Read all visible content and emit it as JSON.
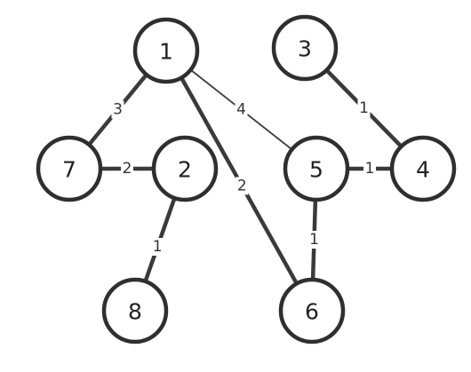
{
  "graph": {
    "nodes": [
      {
        "id": "1",
        "label": "1"
      },
      {
        "id": "2",
        "label": "2"
      },
      {
        "id": "3",
        "label": "3"
      },
      {
        "id": "4",
        "label": "4"
      },
      {
        "id": "5",
        "label": "5"
      },
      {
        "id": "6",
        "label": "6"
      },
      {
        "id": "7",
        "label": "7"
      },
      {
        "id": "8",
        "label": "8"
      }
    ],
    "edges": [
      {
        "from": "1",
        "to": "7",
        "weight": "3"
      },
      {
        "from": "1",
        "to": "6",
        "weight": "2"
      },
      {
        "from": "1",
        "to": "5",
        "weight": "4"
      },
      {
        "from": "7",
        "to": "2",
        "weight": "2"
      },
      {
        "from": "2",
        "to": "8",
        "weight": "1"
      },
      {
        "from": "3",
        "to": "4",
        "weight": "1"
      },
      {
        "from": "5",
        "to": "4",
        "weight": "1"
      },
      {
        "from": "5",
        "to": "6",
        "weight": "1"
      }
    ]
  }
}
